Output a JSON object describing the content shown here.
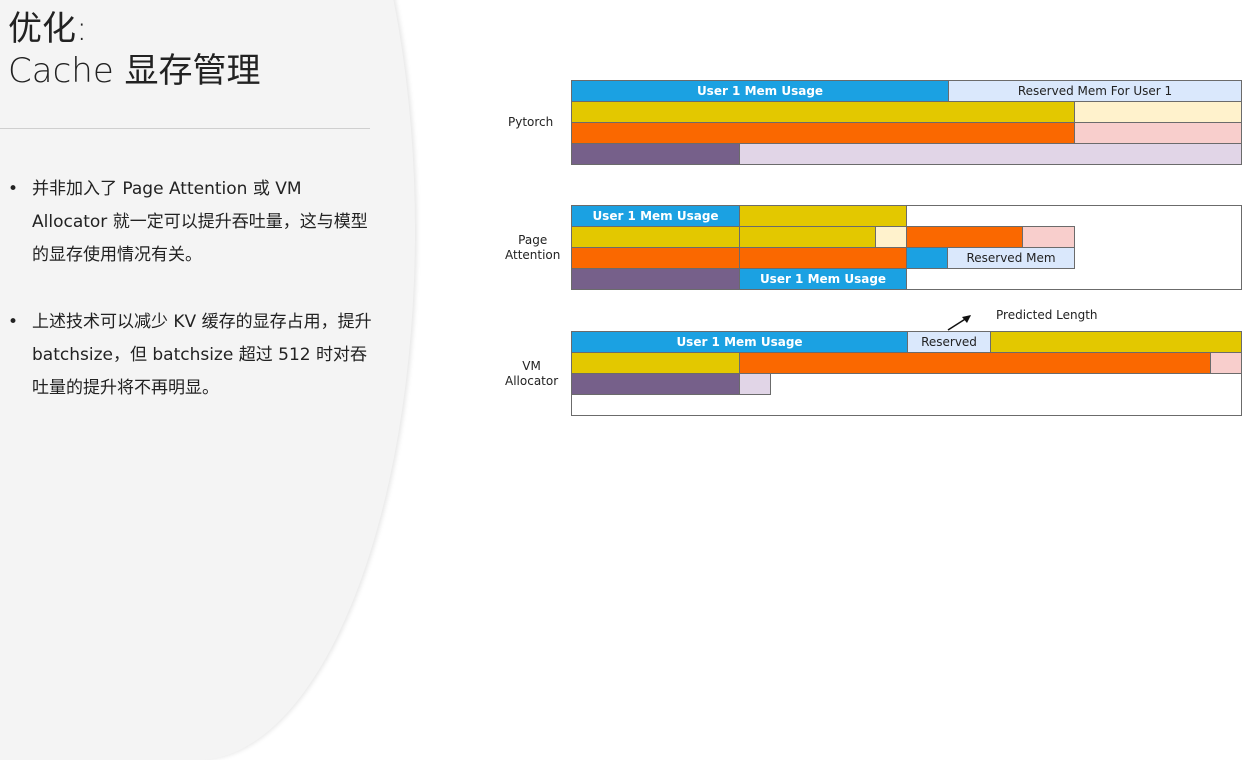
{
  "title": {
    "line1": "优化:",
    "line2": "Cache 显存管理"
  },
  "bullets": [
    "并非加入了 Page Attention 或 VM Allocator 就一定可以提升吞吐量，这与模型的显存使用情况有关。",
    "上述技术可以减少 KV 缓存的显存占用，提升 batchsize，但 batchsize 超过 512 时对吞吐量的提升将不再明显。"
  ],
  "bullet_symbol": "•",
  "rows": [
    {
      "label": "Pytorch"
    },
    {
      "label": "Page\nAttention"
    },
    {
      "label": "VM\nAllocator"
    }
  ],
  "block_labels": {
    "user1_mem_usage": "User 1 Mem Usage",
    "reserved_for_user1": "Reserved Mem For User 1",
    "reserved_mem": "Reserved Mem",
    "reserved": "Reserved",
    "predicted_length": "Predicted Length"
  },
  "colors": {
    "blue": "#1ba1e2",
    "light_blue": "#dae8fc",
    "yellow": "#e3c800",
    "light_yellow": "#fff2cc",
    "orange": "#fa6800",
    "light_red": "#f8cecc",
    "purple": "#76608a",
    "light_purple": "#e1d5e7"
  }
}
